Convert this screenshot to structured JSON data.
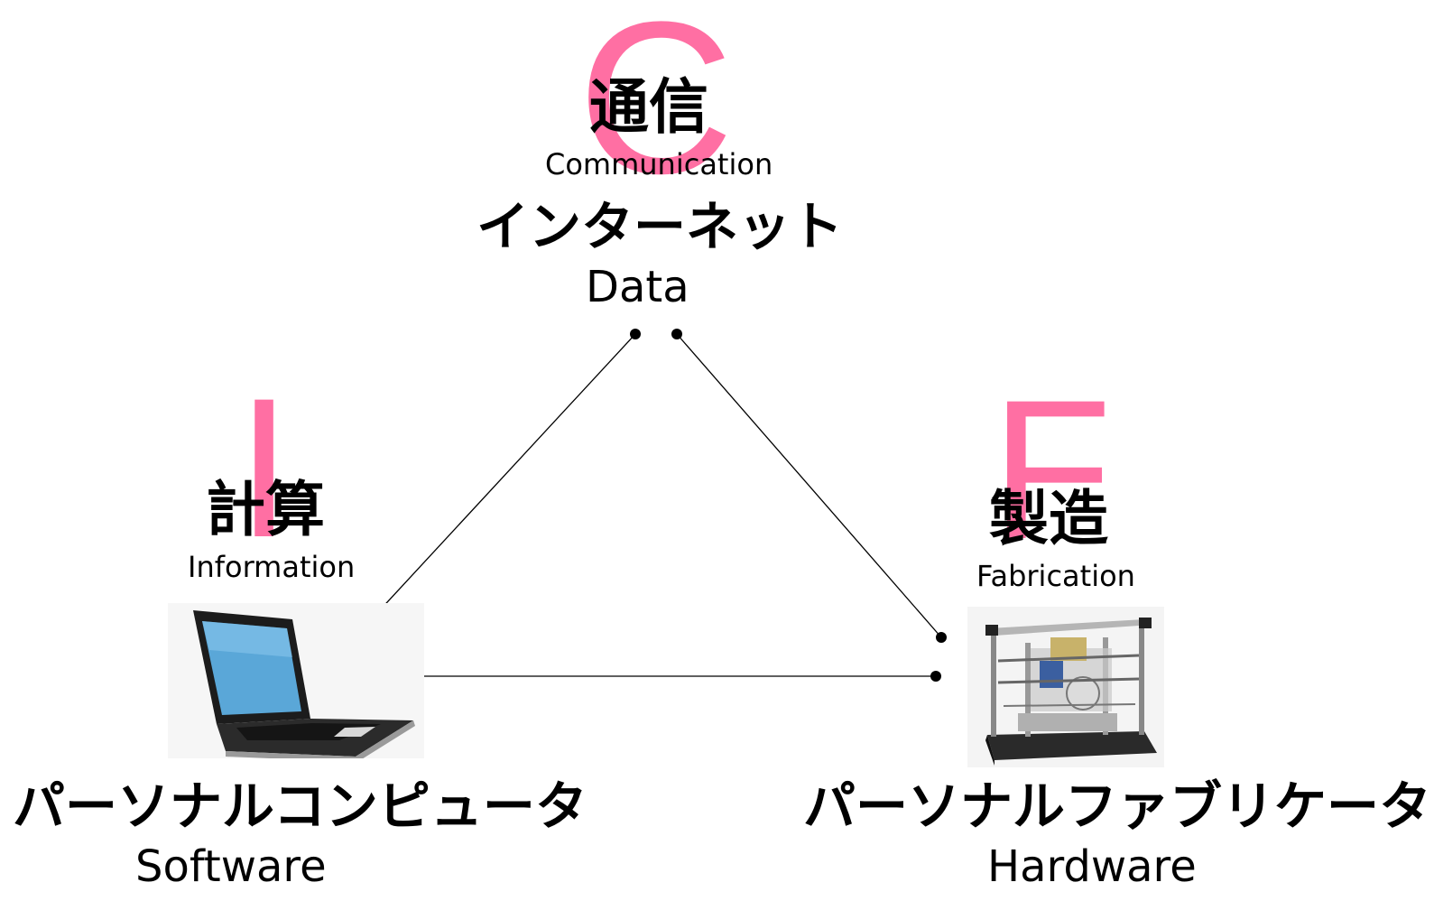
{
  "top": {
    "letter": "C",
    "kanji": "通信",
    "english": "Communication",
    "network_label": "インターネット",
    "layer": "Data"
  },
  "left": {
    "letter": "I",
    "kanji": "計算",
    "english": "Information",
    "device_label": "パーソナルコンピュータ",
    "layer": "Software",
    "image_icon": "laptop-icon"
  },
  "right": {
    "letter": "F",
    "kanji": "製造",
    "english": "Fabrication",
    "device_label": "パーソナルファブリケータ",
    "layer": "Hardware",
    "image_icon": "3d-printer-icon"
  },
  "colors": {
    "accent_letter": "#ff6fa3",
    "line": "#000000",
    "background": "#ffffff"
  }
}
